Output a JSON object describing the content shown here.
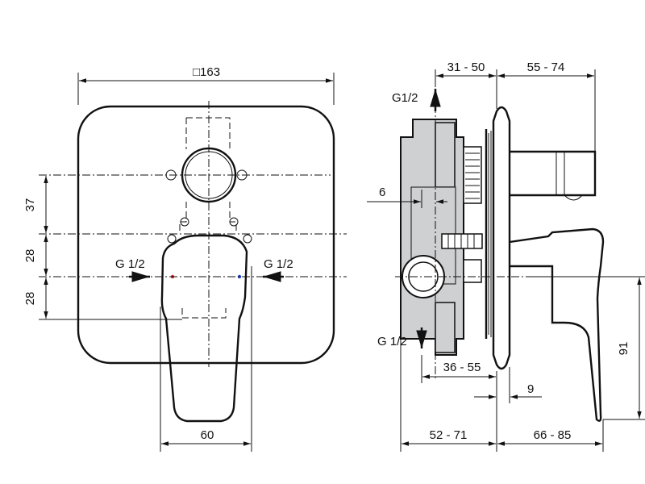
{
  "front_view": {
    "panel_size": "□163",
    "dim_37": "37",
    "dim_28_upper": "28",
    "dim_28_lower": "28",
    "inlet_left": "G 1/2",
    "inlet_right": "G 1/2",
    "lever_width": "60"
  },
  "side_view": {
    "outlet_top": "G1/2",
    "outlet_bottom": "G 1/2",
    "dim_31_50": "31 - 50",
    "dim_55_74": "55 - 74",
    "dim_6": "6",
    "dim_36_55": "36 - 55",
    "dim_9": "9",
    "dim_91": "91",
    "dim_52_71": "52 - 71",
    "dim_66_85": "66 - 85"
  },
  "colors": {
    "hot": "#d21f1f",
    "cold": "#1f3fd2",
    "body": "#cfd0d2"
  }
}
